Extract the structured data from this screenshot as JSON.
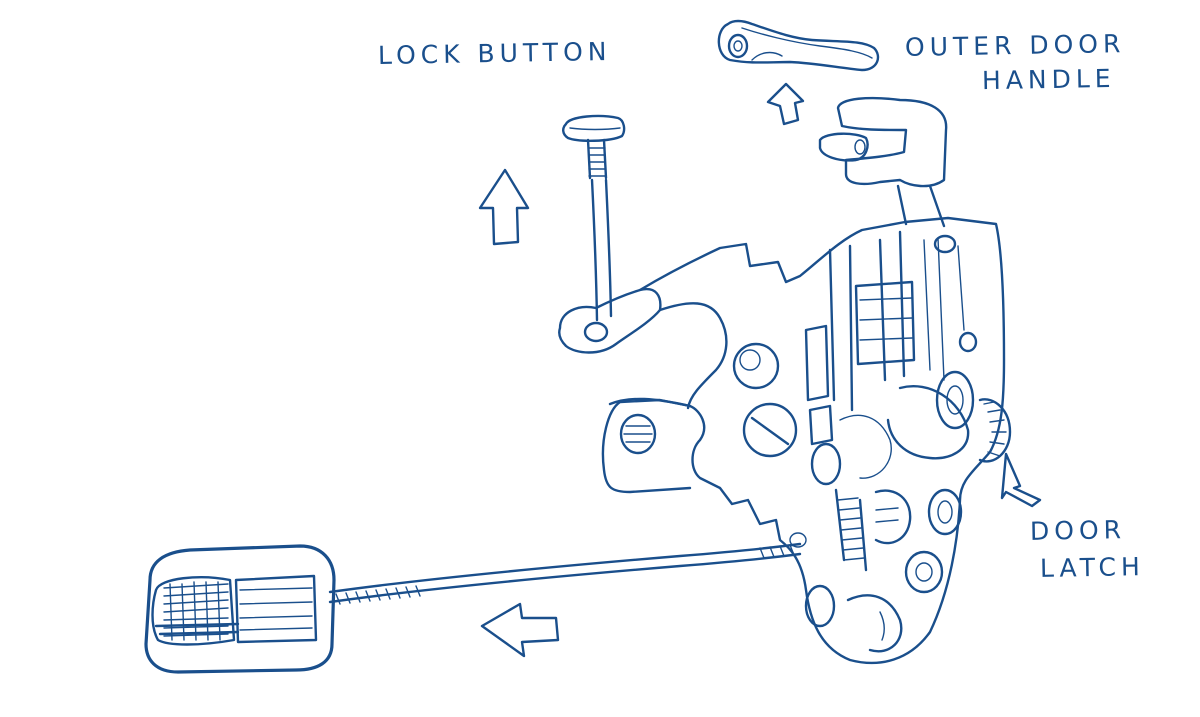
{
  "labels": {
    "lock_button": "LOCK BUTTON",
    "outer_handle_line1": "OUTER DOOR",
    "outer_handle_line2": "HANDLE",
    "door_latch_line1": "DOOR",
    "door_latch_line2": "LATCH"
  },
  "colors": {
    "ink": "#1a4f8c",
    "paper": "#ffffff"
  }
}
